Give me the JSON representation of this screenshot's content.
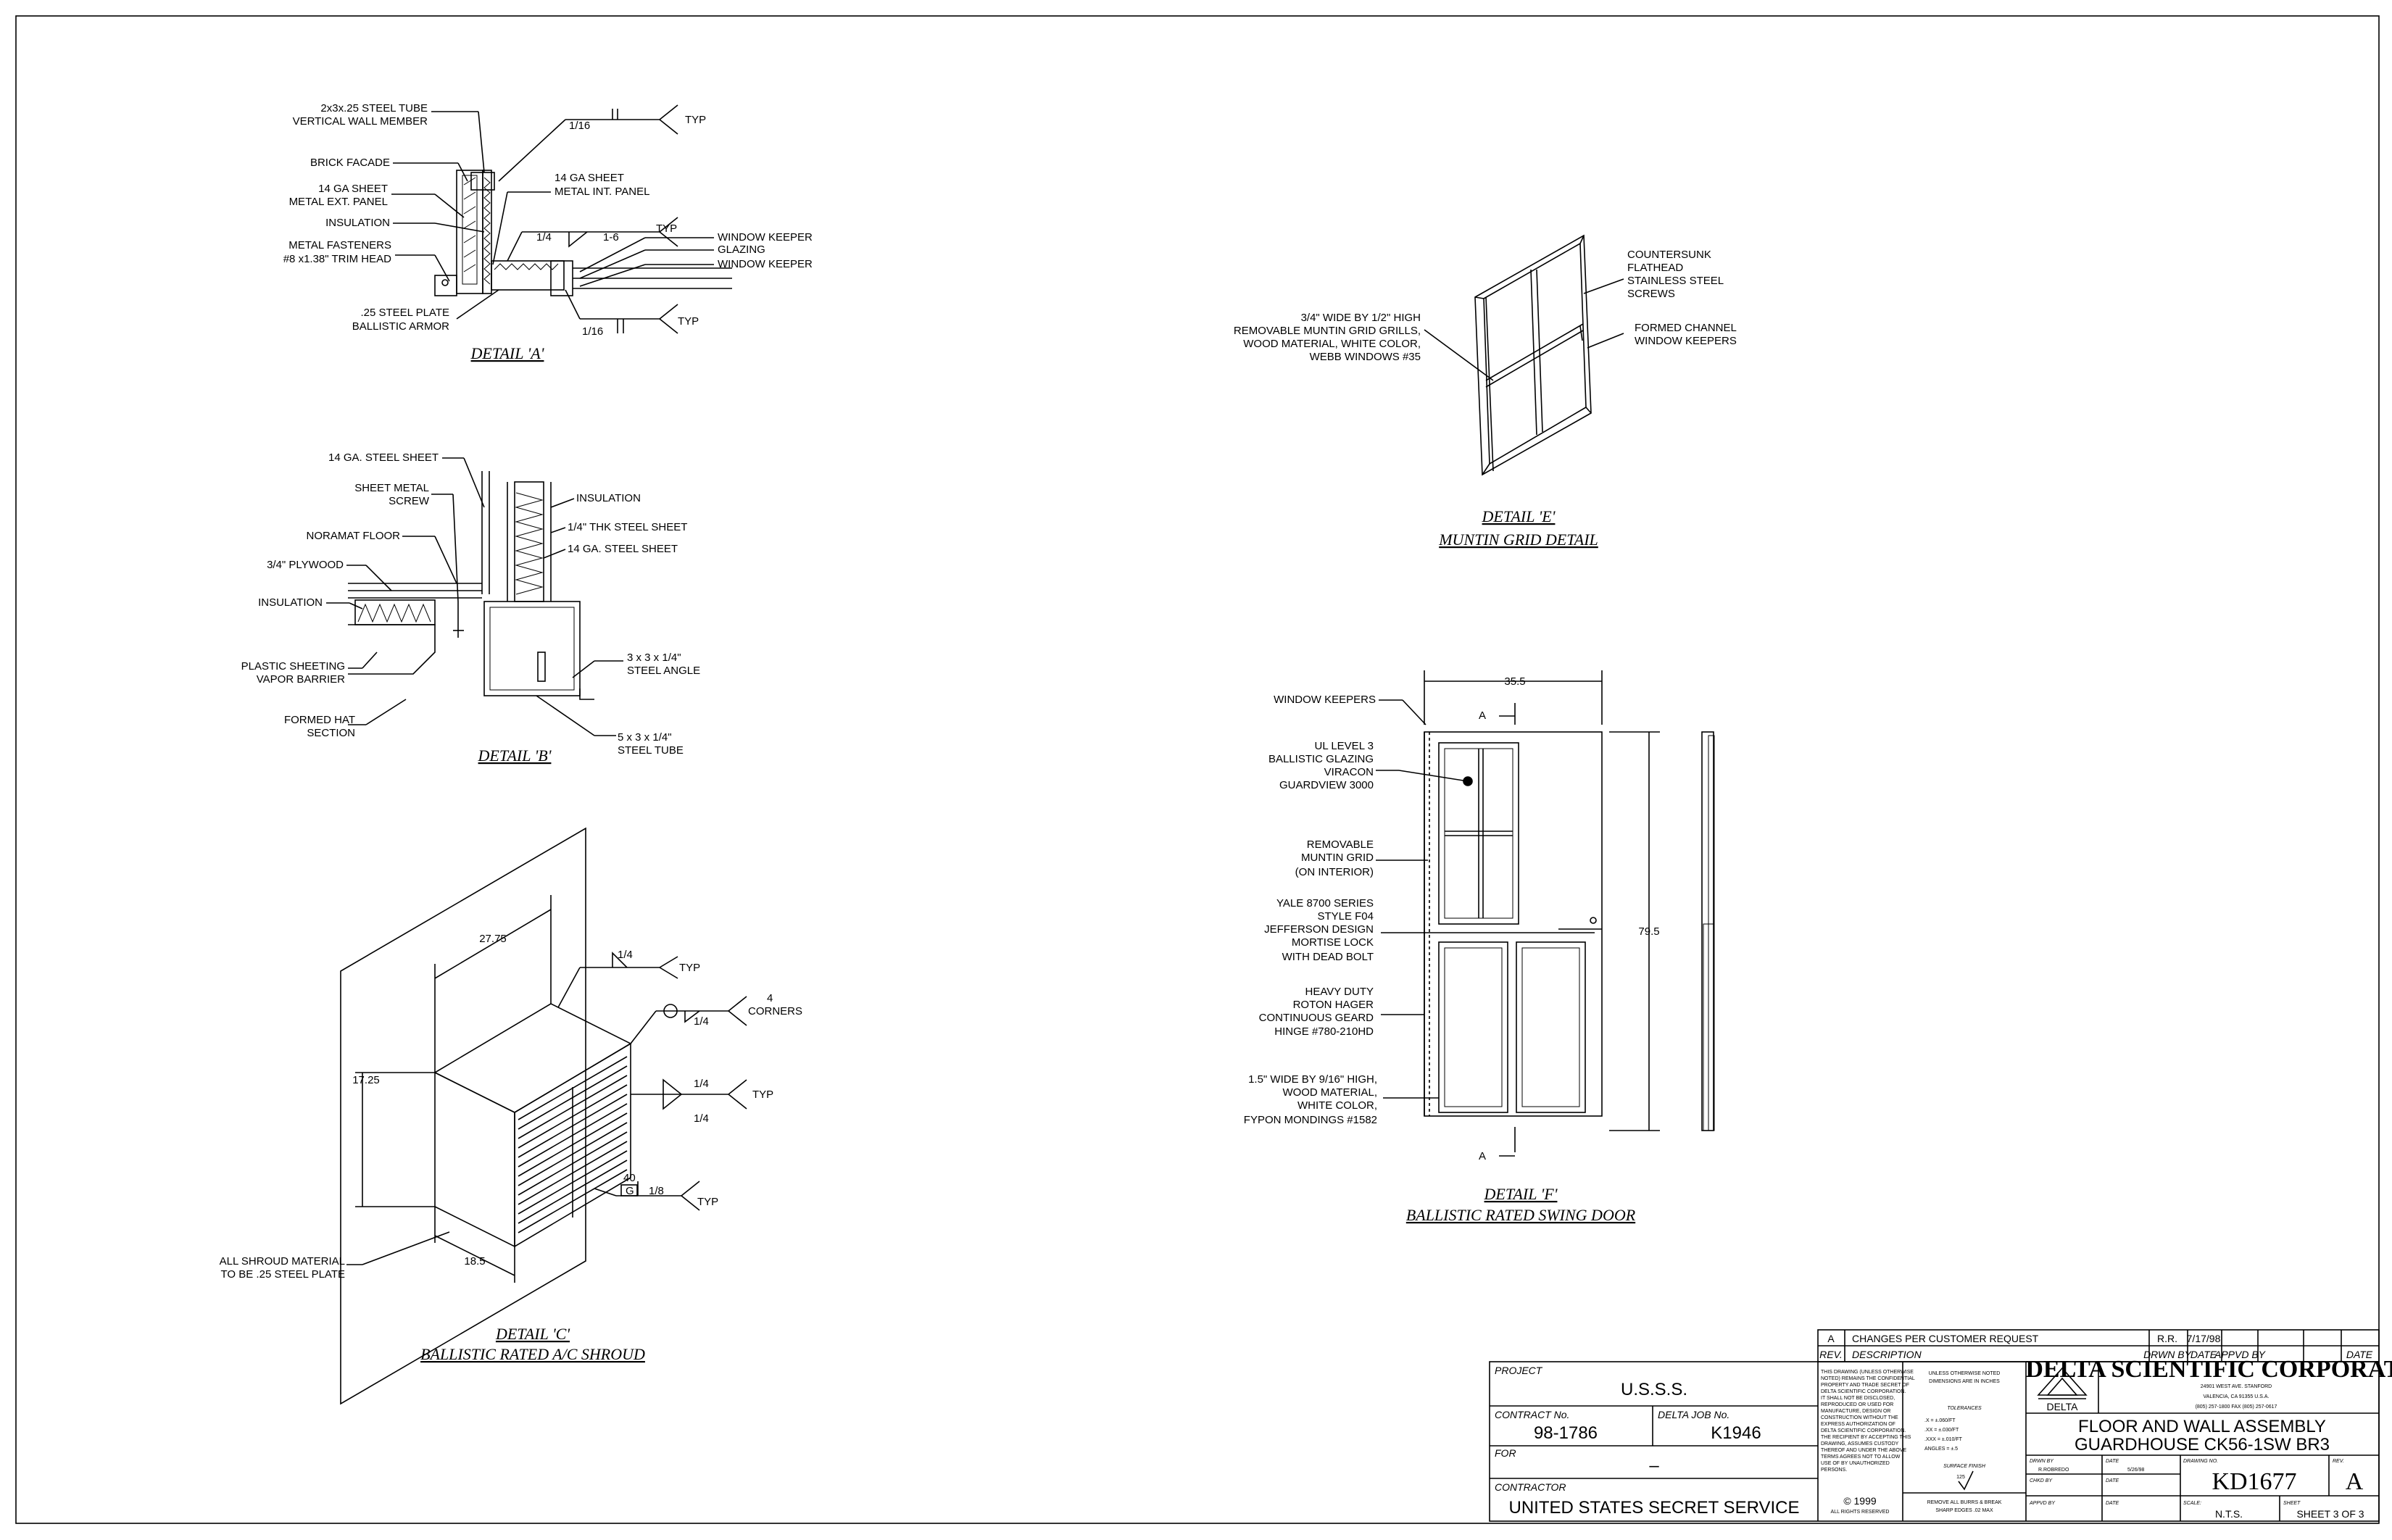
{
  "detail_a": {
    "title": "DETAIL 'A'",
    "labels": [
      "2x3x.25 STEEL TUBE",
      "VERTICAL WALL MEMBER",
      "BRICK FACADE",
      "14 GA SHEET",
      "METAL EXT. PANEL",
      "INSULATION",
      "METAL FASTENERS",
      "#8 x1.38\" TRIM HEAD",
      ".25 STEEL PLATE",
      "BALLISTIC ARMOR",
      "14 GA SHEET",
      "METAL INT. PANEL",
      "WINDOW KEEPER",
      "GLAZING",
      "WINDOW KEEPER"
    ],
    "welds": [
      "1/16",
      "TYP",
      "1/4",
      "1-6",
      "TYP",
      "1/16",
      "TYP"
    ]
  },
  "detail_b": {
    "title": "DETAIL 'B'",
    "labels": [
      "14 GA. STEEL SHEET",
      "SHEET METAL",
      "SCREW",
      "NORAMAT FLOOR",
      "3/4\" PLYWOOD",
      "INSULATION",
      "PLASTIC SHEETING",
      "VAPOR BARRIER",
      "FORMED HAT",
      "SECTION",
      "INSULATION",
      "1/4\" THK STEEL SHEET",
      "14 GA. STEEL SHEET",
      "3 x 3 x 1/4\"",
      "STEEL ANGLE",
      "5 x 3 x 1/4\"",
      "STEEL TUBE"
    ]
  },
  "detail_c": {
    "title": "DETAIL 'C'",
    "subtitle": "BALLISTIC RATED A/C SHROUD",
    "dims": [
      "27.75",
      "17.25",
      "18.5"
    ],
    "welds": [
      "1/4",
      "TYP",
      "1/4",
      "4",
      "CORNERS",
      "1/4",
      "1/4",
      "TYP",
      "40",
      "G",
      "1/8",
      "TYP"
    ],
    "labels": [
      "ALL SHROUD MATERIAL",
      "TO BE .25 STEEL PLATE"
    ]
  },
  "detail_e": {
    "title": "DETAIL 'E'",
    "subtitle": "MUNTIN GRID DETAIL",
    "labels": [
      "3/4\" WIDE BY 1/2\" HIGH",
      "REMOVABLE MUNTIN GRID GRILLS,",
      "WOOD MATERIAL, WHITE COLOR,",
      "WEBB WINDOWS #35",
      "COUNTERSUNK",
      "FLATHEAD",
      "STAINLESS STEEL",
      "SCREWS",
      "FORMED CHANNEL",
      "WINDOW KEEPERS"
    ]
  },
  "detail_f": {
    "title": "DETAIL 'F'",
    "subtitle": "BALLISTIC RATED SWING DOOR",
    "dims": [
      "35.5",
      "79.5"
    ],
    "section": [
      "A",
      "A"
    ],
    "labels": [
      "WINDOW KEEPERS",
      "UL LEVEL 3",
      "BALLISTIC GLAZING",
      "VIRACON",
      "GUARDVIEW 3000",
      "REMOVABLE",
      "MUNTIN GRID",
      "(ON INTERIOR)",
      "YALE 8700 SERIES",
      "STYLE F04",
      "JEFFERSON DESIGN",
      "MORTISE LOCK",
      "WITH DEAD BOLT",
      "HEAVY DUTY",
      "ROTON HAGER",
      "CONTINUOUS GEARD",
      "HINGE #780-210HD",
      "1.5\" WIDE BY 9/16\" HIGH,",
      "WOOD MATERIAL,",
      "WHITE COLOR,",
      "FYPON MONDINGS #1582"
    ]
  },
  "title_block": {
    "rev_row": {
      "rev": "A",
      "description": "CHANGES PER CUSTOMER REQUEST",
      "by": "R.R.",
      "date": "7/17/98"
    },
    "rev_header": [
      "REV.",
      "DESCRIPTION",
      "DRWN BY",
      "DATE",
      "APPVD BY",
      "DATE"
    ],
    "project_label": "PROJECT",
    "project": "U.S.S.S.",
    "contract_label": "CONTRACT No.",
    "contract": "98-1786",
    "job_label": "DELTA JOB No.",
    "job": "K1946",
    "for_label": "FOR",
    "for_value": "–",
    "contractor_label": "CONTRACTOR",
    "contractor": "UNITED STATES SECRET SERVICE",
    "notice": [
      "THIS DRAWING (UNLESS OTHERWISE",
      "NOTED) REMAINS THE CONFIDENTIAL",
      "PROPERTY AND TRADE SECRET OF",
      "DELTA SCIENTIFIC CORPORATION.",
      "IT SHALL NOT BE DISCLOSED,",
      "REPRODUCED OR USED FOR",
      "MANUFACTURE, DESIGN OR",
      "CONSTRUCTION WITHOUT THE",
      "EXPRESS AUTHORIZATION OF",
      "DELTA SCIENTIFIC CORPORATION.",
      "THE RECIPIENT BY ACCEPTING THIS",
      "DRAWING, ASSUMES CUSTODY",
      "THEREOF AND UNDER THE ABOVE",
      "TERMS AGREES NOT TO ALLOW",
      "USE OF BY UNAUTHORIZED",
      "PERSONS."
    ],
    "copyright": "© 1999",
    "rights": "ALL RIGHTS RESERVED",
    "tol_header": [
      "UNLESS OTHERWISE NOTED",
      "DIMENSIONS ARE IN INCHES"
    ],
    "tolerances_label": "TOLERANCES",
    "tolerances": [
      ".X  =  ±.060/FT",
      ".XX  =  ±.030/FT",
      ".XXX  =  ±.010/FT",
      "ANGLES  =  ±.5"
    ],
    "surface_label": "SURFACE FINISH",
    "surface_value": "125",
    "burrs": [
      "REMOVE ALL BURRS & BREAK",
      "SHARP EDGES .02 MAX"
    ],
    "logo_text": "DELTA",
    "company": "DELTA SCIENTIFIC CORPORATION",
    "address": [
      "24901 WEST AVE. STANFORD",
      "VALENCIA, CA 91355 U.S.A.",
      "(805) 257-1800  FAX (805) 257-0617"
    ],
    "drawing_title": [
      "FLOOR AND WALL ASSEMBLY",
      "GUARDHOUSE CK56-1SW BR3"
    ],
    "drwn_by_label": "DRWN BY",
    "drwn_by": "R.ROBREDO",
    "date_label": "DATE",
    "date": "5/26/98",
    "chkd_label": "CHKD BY",
    "appvd_label": "APPVD BY",
    "dwg_no_label": "DRAWING NO.",
    "dwg_no": "KD1677",
    "rev_label": "REV.",
    "rev": "A",
    "scale_label": "SCALE:",
    "scale": "N.T.S.",
    "sheet_label": "SHEET",
    "sheet": "SHEET 3 OF 3"
  }
}
